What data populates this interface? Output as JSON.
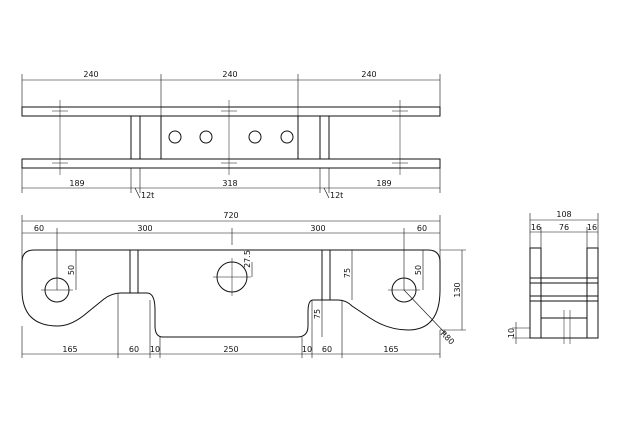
{
  "top_view": {
    "dims_top": [
      "240",
      "240",
      "240"
    ],
    "dims_bottom": [
      "189",
      "318",
      "189"
    ],
    "thickness_left": "12t",
    "thickness_right": "12t"
  },
  "front_view": {
    "overall": "720",
    "top_row": [
      "60",
      "300",
      "300",
      "60"
    ],
    "bottom_row": [
      "165",
      "60",
      "10",
      "250",
      "10",
      "60",
      "165"
    ],
    "left_hole_height": "50",
    "right_hole_height": "50",
    "center_hole_radius": "27.5",
    "right_upright_height": "75",
    "notch_depth": "75",
    "total_height": "130",
    "corner_radius": "R80"
  },
  "side_view": {
    "overall": "108",
    "parts": [
      "16",
      "76",
      "16"
    ],
    "bottom": "10"
  }
}
